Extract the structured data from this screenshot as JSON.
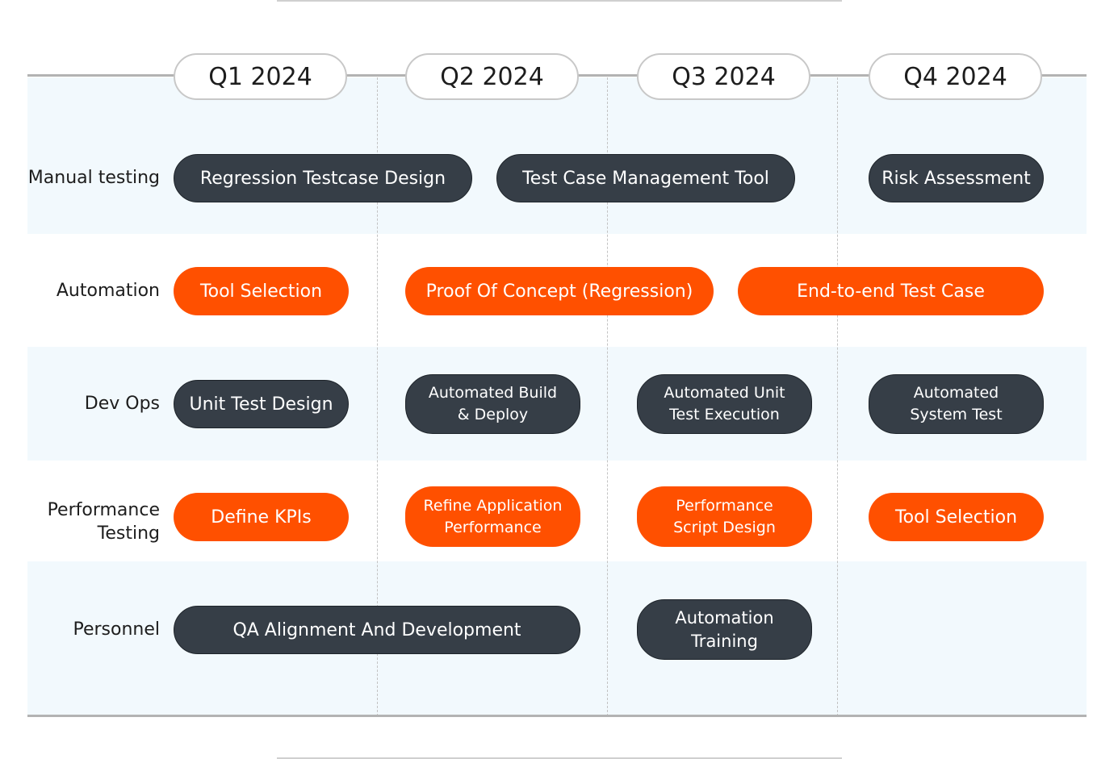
{
  "quarters": [
    "Q1 2024",
    "Q2 2024",
    "Q3 2024",
    "Q4 2024"
  ],
  "rows": [
    {
      "label": "Manual testing"
    },
    {
      "label": "Automation"
    },
    {
      "label": "Dev Ops"
    },
    {
      "label": "Performance\nTesting"
    },
    {
      "label": "Personnel"
    }
  ],
  "items": {
    "manual": [
      "Regression Testcase Design",
      "Test Case Management Tool",
      "Risk Assessment"
    ],
    "automation": [
      "Tool Selection",
      "Proof Of Concept (Regression)",
      "End-to-end Test Case"
    ],
    "devops": [
      "Unit Test Design",
      "Automated Build\n& Deploy",
      "Automated Unit\nTest Execution",
      "Automated\nSystem Test"
    ],
    "performance": [
      "Define KPIs",
      "Refine Application\nPerformance",
      "Performance\nScript Design",
      "Tool Selection"
    ],
    "personnel": [
      "QA Alignment And Development",
      "Automation\nTraining"
    ]
  },
  "colors": {
    "dark": "#363e47",
    "orange": "#ff5000",
    "band_tint": "#f2f9fd"
  }
}
